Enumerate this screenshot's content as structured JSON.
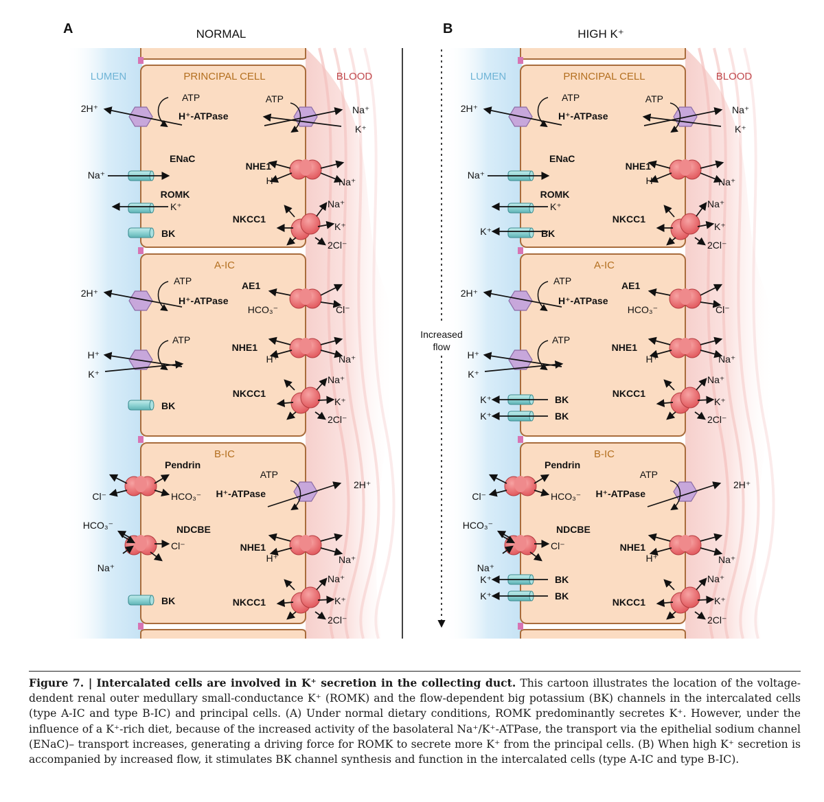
{
  "panels": [
    {
      "letter": "A",
      "heading": "NORMAL",
      "side_labels": {
        "lumen": "LUMEN",
        "blood": "BLOOD"
      },
      "cells": [
        {
          "name": "PRINCIPAL CELL",
          "transporters": [
            {
              "type": "pump",
              "side": "apical",
              "label": "H⁺-ATPase",
              "atp": "ATP",
              "ions": [
                "2H⁺"
              ]
            },
            {
              "type": "pump",
              "side": "basolateral",
              "label": "",
              "atp": "ATP",
              "ions": [
                "Na⁺",
                "K⁺"
              ]
            },
            {
              "type": "channel",
              "side": "apical",
              "label": "ENaC",
              "ions": [
                "Na⁺"
              ]
            },
            {
              "type": "exchanger",
              "side": "basolateral",
              "label": "NHE1",
              "ions": [
                "H⁺",
                "Na⁺"
              ]
            },
            {
              "type": "channel",
              "side": "apical",
              "label": "ROMK",
              "ions": [
                "K⁺"
              ]
            },
            {
              "type": "cotransporter",
              "side": "basolateral",
              "label": "NKCC1",
              "ions": [
                "Na⁺",
                "K⁺",
                "2Cl⁻"
              ]
            },
            {
              "type": "channel",
              "side": "apical",
              "label": "BK",
              "ions": []
            }
          ]
        },
        {
          "name": "A-IC",
          "transporters": [
            {
              "type": "pump",
              "side": "apical",
              "label": "H⁺-ATPase",
              "atp": "ATP",
              "ions": [
                "2H⁺"
              ]
            },
            {
              "type": "exchanger",
              "side": "basolateral",
              "label": "AE1",
              "ions": [
                "HCO₃⁻",
                "Cl⁻"
              ]
            },
            {
              "type": "pump",
              "side": "apical",
              "label": "",
              "atp": "ATP",
              "ions": [
                "H⁺",
                "K⁺"
              ]
            },
            {
              "type": "exchanger",
              "side": "basolateral",
              "label": "NHE1",
              "ions": [
                "H⁺",
                "Na⁺"
              ]
            },
            {
              "type": "cotransporter",
              "side": "basolateral",
              "label": "NKCC1",
              "ions": [
                "Na⁺",
                "K⁺",
                "2Cl⁻"
              ]
            },
            {
              "type": "channel",
              "side": "apical",
              "label": "BK",
              "ions": []
            }
          ]
        },
        {
          "name": "B-IC",
          "transporters": [
            {
              "type": "exchanger",
              "side": "apical",
              "label": "Pendrin",
              "ions": [
                "Cl⁻",
                "HCO₃⁻"
              ]
            },
            {
              "type": "pump",
              "side": "basolateral",
              "label": "H⁺-ATPase",
              "atp": "ATP",
              "ions": [
                "2H⁺"
              ]
            },
            {
              "type": "exchanger",
              "side": "apical",
              "label": "NDCBE",
              "ions": [
                "HCO₃⁻",
                "Na⁺",
                "Cl⁻"
              ]
            },
            {
              "type": "exchanger",
              "side": "basolateral",
              "label": "NHE1",
              "ions": [
                "H⁺",
                "Na⁺"
              ]
            },
            {
              "type": "cotransporter",
              "side": "basolateral",
              "label": "NKCC1",
              "ions": [
                "Na⁺",
                "K⁺",
                "2Cl⁻"
              ]
            },
            {
              "type": "channel",
              "side": "apical",
              "label": "BK",
              "ions": []
            }
          ]
        }
      ]
    },
    {
      "letter": "B",
      "heading": "HIGH K⁺",
      "side_labels": {
        "lumen": "LUMEN",
        "blood": "BLOOD"
      },
      "flow_label": [
        "Increased",
        "flow"
      ],
      "cells": [
        {
          "name": "PRINCIPAL CELL",
          "transporters": [
            {
              "type": "pump",
              "side": "apical",
              "label": "H⁺-ATPase",
              "atp": "ATP",
              "ions": [
                "2H⁺"
              ]
            },
            {
              "type": "pump",
              "side": "basolateral",
              "label": "",
              "atp": "ATP",
              "ions": [
                "Na⁺",
                "K⁺"
              ]
            },
            {
              "type": "channel",
              "side": "apical",
              "label": "ENaC",
              "ions": [
                "Na⁺"
              ]
            },
            {
              "type": "exchanger",
              "side": "basolateral",
              "label": "NHE1",
              "ions": [
                "H⁺",
                "Na⁺"
              ]
            },
            {
              "type": "channel",
              "side": "apical",
              "label": "ROMK",
              "ions": [
                "K⁺"
              ]
            },
            {
              "type": "cotransporter",
              "side": "basolateral",
              "label": "NKCC1",
              "ions": [
                "Na⁺",
                "K⁺",
                "2Cl⁻"
              ]
            },
            {
              "type": "channel",
              "side": "apical",
              "label": "BK",
              "ions": [
                "K⁺"
              ]
            }
          ]
        },
        {
          "name": "A-IC",
          "transporters": [
            {
              "type": "pump",
              "side": "apical",
              "label": "H⁺-ATPase",
              "atp": "ATP",
              "ions": [
                "2H⁺"
              ]
            },
            {
              "type": "exchanger",
              "side": "basolateral",
              "label": "AE1",
              "ions": [
                "HCO₃⁻",
                "Cl⁻"
              ]
            },
            {
              "type": "pump",
              "side": "apical",
              "label": "",
              "atp": "ATP",
              "ions": [
                "H⁺",
                "K⁺"
              ]
            },
            {
              "type": "exchanger",
              "side": "basolateral",
              "label": "NHE1",
              "ions": [
                "H⁺",
                "Na⁺"
              ]
            },
            {
              "type": "channel",
              "side": "apical",
              "label": "BK",
              "ions": [
                "K⁺"
              ]
            },
            {
              "type": "cotransporter",
              "side": "basolateral",
              "label": "NKCC1",
              "ions": [
                "Na⁺",
                "K⁺",
                "2Cl⁻"
              ]
            },
            {
              "type": "channel",
              "side": "apical",
              "label": "BK",
              "ions": [
                "K⁺"
              ]
            }
          ]
        },
        {
          "name": "B-IC",
          "transporters": [
            {
              "type": "exchanger",
              "side": "apical",
              "label": "Pendrin",
              "ions": [
                "Cl⁻",
                "HCO₃⁻"
              ]
            },
            {
              "type": "pump",
              "side": "basolateral",
              "label": "H⁺-ATPase",
              "atp": "ATP",
              "ions": [
                "2H⁺"
              ]
            },
            {
              "type": "exchanger",
              "side": "apical",
              "label": "NDCBE",
              "ions": [
                "HCO₃⁻",
                "Na⁺",
                "Cl⁻"
              ]
            },
            {
              "type": "exchanger",
              "side": "basolateral",
              "label": "NHE1",
              "ions": [
                "H⁺",
                "Na⁺"
              ]
            },
            {
              "type": "channel",
              "side": "apical",
              "label": "BK",
              "ions": [
                "K⁺"
              ]
            },
            {
              "type": "cotransporter",
              "side": "basolateral",
              "label": "NKCC1",
              "ions": [
                "Na⁺",
                "K⁺",
                "2Cl⁻"
              ]
            },
            {
              "type": "channel",
              "side": "apical",
              "label": "BK",
              "ions": [
                "K⁺"
              ]
            }
          ]
        }
      ]
    }
  ],
  "caption": {
    "label": "Figure 7. |",
    "title": "Intercalated cells are involved in K⁺ secretion in the collecting duct.",
    "text": "This cartoon illustrates the location of the voltage-dendent renal outer medullary small-conductance K⁺ (ROMK) and the flow-dependent big potassium (BK) channels in the intercalated cells (type A-IC and type B-IC) and principal cells. (A) Under normal dietary conditions, ROMK predominantly secretes K⁺. However, under the influence of a K⁺-rich diet, because of the increased activity of the basolateral Na⁺/K⁺-ATPase, the transport via the epithelial sodium channel (ENaC)– transport increases, generating a driving force for ROMK to secrete more K⁺ from the principal cells. (B) When high K⁺ secretion is accompanied by increased flow, it stimulates BK channel synthesis and function in the intercalated cells (type A-IC and type B-IC)."
  },
  "colors": {
    "cell_fill": "#fbdcc2",
    "cell_border": "#a86c3c",
    "cell_title": "#b36f1f",
    "lumen_label": "#6fb4d6",
    "blood_label": "#c0494d",
    "lumen_bg": "#d7ecf8",
    "blood_bg": "#f7d7d4",
    "pump": "#c7a7db",
    "exchanger": "#e8666a",
    "channel": "#86cfcf",
    "junction": "#d774b3"
  }
}
